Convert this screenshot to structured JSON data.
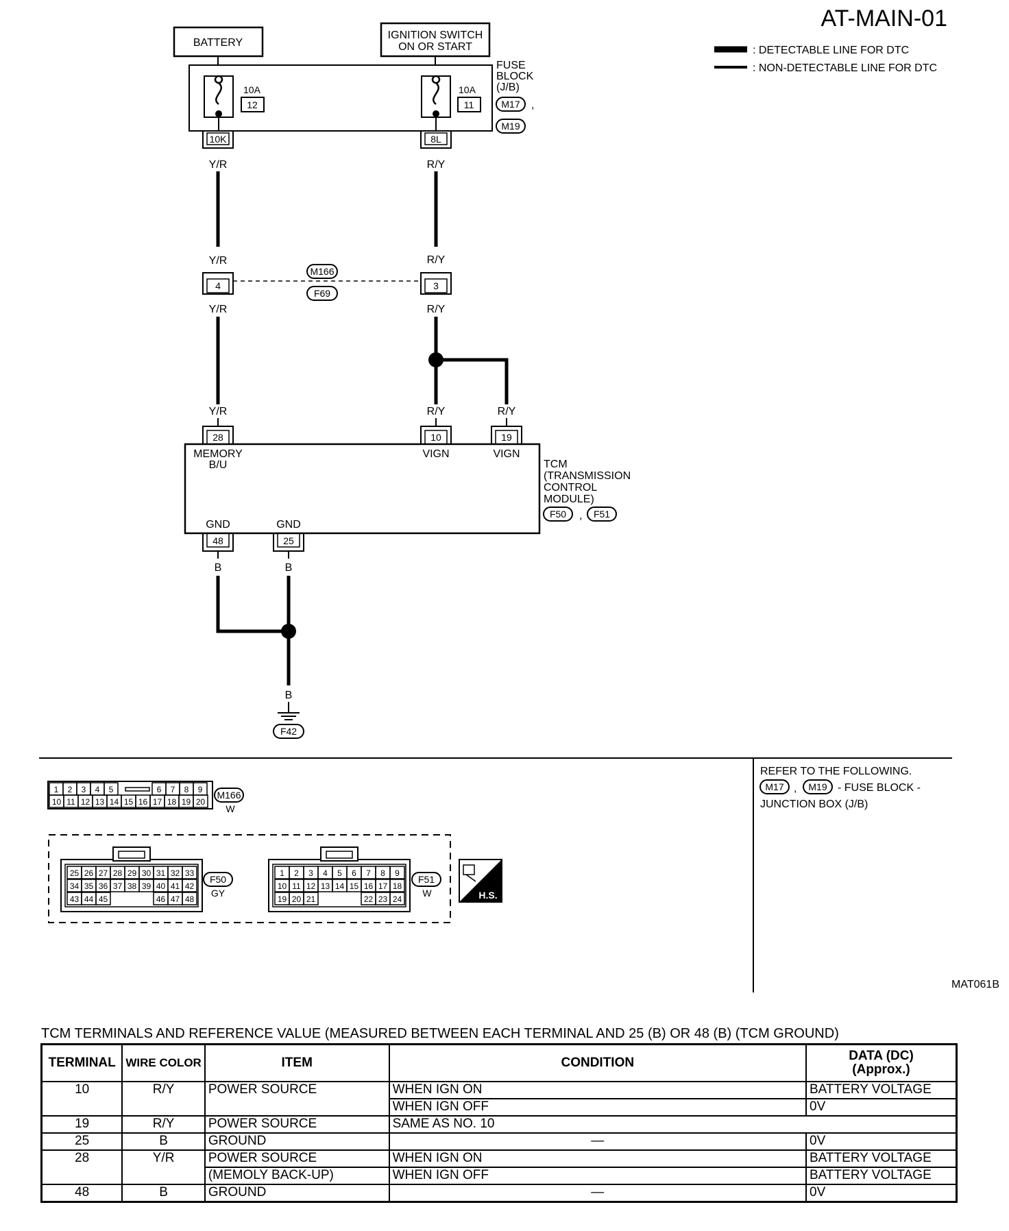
{
  "diagram": {
    "code": "AT-MAIN-01",
    "ref_code": "MAT061B",
    "legend": [
      {
        "label": ": DETECTABLE LINE FOR DTC"
      },
      {
        "label": ": NON-DETECTABLE LINE FOR DTC"
      }
    ],
    "battery_label": "BATTERY",
    "ignition_line1": "IGNITION SWITCH",
    "ignition_line2": "ON OR START",
    "fuse_block": {
      "line1": "FUSE",
      "line2": "BLOCK",
      "line3": "(J/B)",
      "conn1": "M17",
      "conn2": "M19",
      "sep": ","
    },
    "fuse_left": {
      "rating": "10A",
      "number": "12",
      "terminal": "10K"
    },
    "fuse_right": {
      "rating": "10A",
      "number": "11",
      "terminal": "8L"
    },
    "wires": {
      "yr": "Y/R",
      "ry": "R/Y",
      "b": "B"
    },
    "joint": {
      "left_pin": "4",
      "right_pin": "3",
      "conn_top": "M166",
      "conn_bottom": "F69"
    },
    "tcm": {
      "pin_28": "28",
      "pin_10": "10",
      "pin_19": "19",
      "pin_48": "48",
      "pin_25": "25",
      "memory": "MEMORY",
      "bu": "B/U",
      "vign": "VIGN",
      "gnd": "GND",
      "name1": "TCM",
      "name2": "(TRANSMISSION",
      "name3": "CONTROL",
      "name4": "MODULE)",
      "conn1": "F50",
      "conn2": "F51",
      "sep": ","
    },
    "ground_conn": "F42",
    "refer": {
      "line1": "REFER TO THE FOLLOWING.",
      "conn1": "M17",
      "conn2": "M19",
      "sep": ",",
      "text2": "- FUSE BLOCK -",
      "line3": "JUNCTION BOX (J/B)"
    },
    "connectors": {
      "m166": {
        "name": "M166",
        "color": "W",
        "row1": [
          "1",
          "2",
          "3",
          "4",
          "5",
          "",
          "6",
          "7",
          "8",
          "9"
        ],
        "row2": [
          "10",
          "11",
          "12",
          "13",
          "14",
          "15",
          "16",
          "17",
          "18",
          "19",
          "20"
        ]
      },
      "f50": {
        "name": "F50",
        "color": "GY",
        "row1": [
          "25",
          "26",
          "27",
          "28",
          "29",
          "30",
          "31",
          "32",
          "33"
        ],
        "row2": [
          "34",
          "35",
          "36",
          "37",
          "38",
          "39",
          "40",
          "41",
          "42"
        ],
        "row3": [
          "43",
          "44",
          "45",
          "",
          "",
          "",
          "46",
          "47",
          "48"
        ]
      },
      "f51": {
        "name": "F51",
        "color": "W",
        "row1": [
          "1",
          "2",
          "3",
          "4",
          "5",
          "6",
          "7",
          "8",
          "9"
        ],
        "row2": [
          "10",
          "11",
          "12",
          "13",
          "14",
          "15",
          "16",
          "17",
          "18"
        ],
        "row3": [
          "19",
          "20",
          "21",
          "",
          "",
          "",
          "22",
          "23",
          "24"
        ]
      },
      "hs_label": "H.S."
    }
  },
  "table": {
    "caption": "TCM TERMINALS AND REFERENCE VALUE (MEASURED BETWEEN EACH TERMINAL AND 25 (B) OR 48 (B) (TCM GROUND)",
    "headers": {
      "terminal": "TERMINAL",
      "wire_color": "WIRE COLOR",
      "item": "ITEM",
      "condition": "CONDITION",
      "data_line1": "DATA (DC)",
      "data_line2": "(Approx.)"
    },
    "rows": [
      {
        "terminal": "10",
        "wire": "R/Y",
        "item1": "POWER SOURCE",
        "item2": "",
        "cond1": "WHEN IGN ON",
        "data1": "BATTERY VOLTAGE",
        "cond2": "WHEN IGN OFF",
        "data2": "0V"
      },
      {
        "terminal": "19",
        "wire": "R/Y",
        "item1": "POWER SOURCE",
        "cond1": "SAME AS NO. 10"
      },
      {
        "terminal": "25",
        "wire": "B",
        "item1": "GROUND",
        "cond1": "—",
        "data1": "0V"
      },
      {
        "terminal": "28",
        "wire": "Y/R",
        "item1": "POWER SOURCE",
        "item2": "(MEMOLY BACK-UP)",
        "cond1": "WHEN IGN ON",
        "data1": "BATTERY VOLTAGE",
        "cond2": "WHEN IGN OFF",
        "data2": "BATTERY VOLTAGE"
      },
      {
        "terminal": "48",
        "wire": "B",
        "item1": "GROUND",
        "cond1": "—",
        "data1": "0V"
      }
    ]
  }
}
